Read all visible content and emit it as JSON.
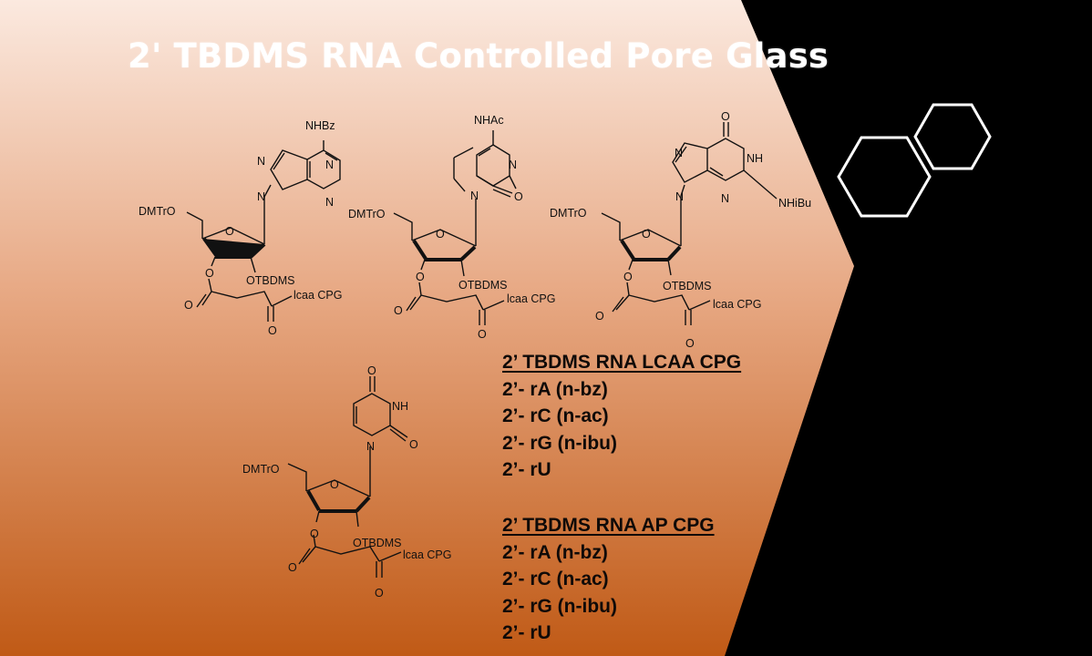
{
  "title": "2' TBDMS RNA Controlled Pore Glass",
  "colors": {
    "gradient_top": "#fbe9df",
    "gradient_bottom": "#c05a16",
    "right_panel": "#000000",
    "hexagon_stroke": "#ffffff",
    "text": "#0f0a08"
  },
  "structures": {
    "adenosine": {
      "base_group": "NHBz",
      "n_labels": [
        "N",
        "N",
        "N",
        "N"
      ],
      "ring_o": "O",
      "five_prime": "DMTrO",
      "two_prime": "OTBDMS",
      "three_prime_o": "O",
      "carbonyl_o_1": "O",
      "carbonyl_o_2": "O",
      "support": "lcaa CPG"
    },
    "cytidine": {
      "base_group": "NHAc",
      "n_labels": [
        "N",
        "N"
      ],
      "base_o": "O",
      "ring_o": "O",
      "five_prime": "DMTrO",
      "two_prime": "OTBDMS",
      "three_prime_o": "O",
      "carbonyl_o_1": "O",
      "carbonyl_o_2": "O",
      "support": "lcaa CPG"
    },
    "guanosine": {
      "base_top_o": "O",
      "nh": "NH",
      "base_group": "NHiBu",
      "n_labels": [
        "N",
        "N",
        "N"
      ],
      "ring_o": "O",
      "five_prime": "DMTrO",
      "two_prime": "OTBDMS",
      "three_prime_o": "O",
      "carbonyl_o_1": "O",
      "carbonyl_o_2": "O",
      "support": "lcaa CPG"
    },
    "uridine": {
      "base_top_o": "O",
      "nh": "NH",
      "base_o": "O",
      "n_label": "N",
      "ring_o": "O",
      "five_prime": "DMTrO",
      "two_prime": "OTBDMS",
      "three_prime_o": "O",
      "carbonyl_o_1": "O",
      "carbonyl_o_2": "O",
      "support": "lcaa CPG"
    }
  },
  "lists": {
    "lcaa": {
      "heading": "2’ TBDMS RNA LCAA CPG",
      "items": [
        "2’- rA (n-bz)",
        "2’- rC (n-ac)",
        "2’- rG (n-ibu)",
        "2’- rU"
      ]
    },
    "ap": {
      "heading": "2’ TBDMS RNA AP CPG",
      "items": [
        "2’- rA (n-bz)",
        "2’- rC (n-ac)",
        "2’- rG (n-ibu)",
        "2’- rU"
      ]
    }
  }
}
